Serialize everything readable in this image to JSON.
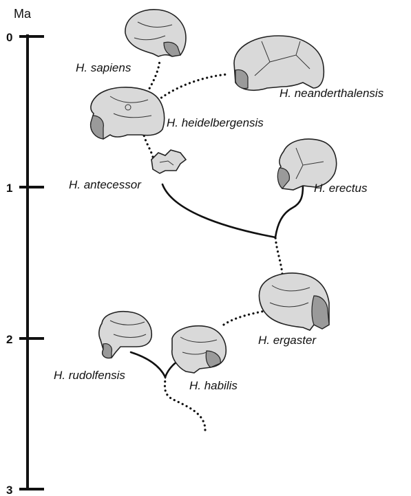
{
  "axis": {
    "unit": "Ma",
    "ticks": [
      {
        "label": "0",
        "value": 0
      },
      {
        "label": "1",
        "value": 1
      },
      {
        "label": "2",
        "value": 2
      },
      {
        "label": "3",
        "value": 3
      }
    ]
  },
  "species": {
    "sapiens": "H. sapiens",
    "neanderthalensis": "H. neanderthalensis",
    "heidelbergensis": "H. heidelbergensis",
    "antecessor": "H. antecessor",
    "erectus": "H. erectus",
    "ergaster": "H. ergaster",
    "rudolfensis": "H. rudolfensis",
    "habilis": "H. habilis"
  },
  "colors": {
    "ink": "#111111",
    "skull_fill": "#d9d9d9",
    "skull_shadow": "#9a9a9a"
  }
}
